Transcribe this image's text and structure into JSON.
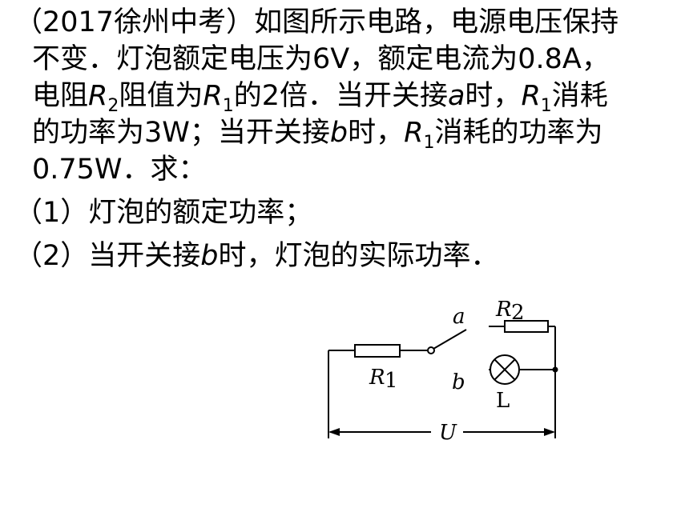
{
  "problem": {
    "line1": "（2017徐州中考）如图所示电路，电源电压保持",
    "line2": "不变．灯泡额定电压为6V，额定电流为0.8A，",
    "line3": {
      "a": "电阻",
      "r2": "R",
      "r2sub": "2",
      "b": "阻值为",
      "r1": "R",
      "r1sub": "1",
      "c": "的2倍．当开关接",
      "d": "a",
      "e": "时，",
      "r1b": "R",
      "r1bsub": "1",
      "f": "消耗"
    },
    "line4": {
      "a": "的功率为3W；当开关接",
      "b": "b",
      "c": "时，",
      "r1": "R",
      "r1sub": "1",
      "d": "消耗的功率为"
    },
    "line5": "0.75W．求：",
    "q1": "（1）灯泡的额定功率；",
    "q2": {
      "a": "（2）当开关接",
      "b": "b",
      "c": "时，灯泡的实际功率．"
    }
  },
  "circuit": {
    "label_a": "a",
    "label_b": "b",
    "label_r1": "R",
    "label_r1_sub": "1",
    "label_r2": "R",
    "label_r2_sub": "2",
    "label_l": "L",
    "label_u": "U"
  }
}
